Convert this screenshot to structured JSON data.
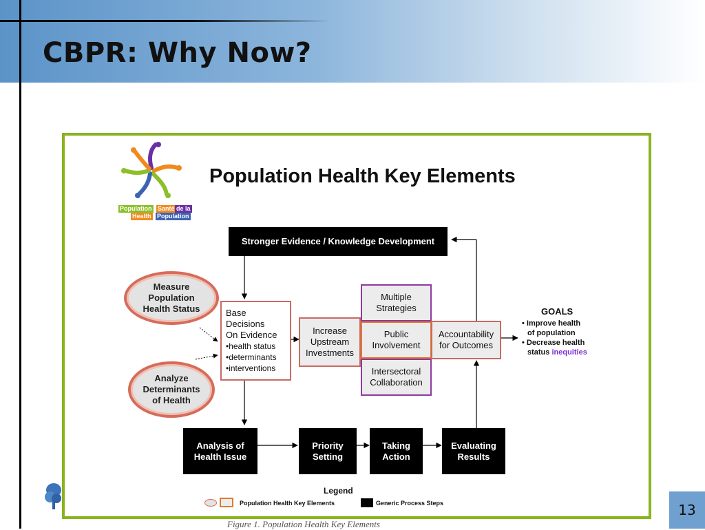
{
  "slide": {
    "title": "CBPR: Why Now?",
    "number": "13",
    "caption": "Figure 1. Population Health Key Elements"
  },
  "logo": {
    "chip_1": "Population",
    "chip_2": "Santé",
    "chip_3": "de la",
    "chip_4": "Health",
    "chip_5": "Population"
  },
  "diagram": {
    "title": "Population Health Key Elements",
    "top_box": "Stronger Evidence / Knowledge Development",
    "oval_measure": "Measure\nPopulation\nHealth Status",
    "oval_analyze": "Analyze\nDeterminants\nof Health",
    "base_box": {
      "head": "Base\nDecisions\nOn Evidence",
      "items": [
        "health status",
        "determinants",
        "interventions"
      ]
    },
    "increase_box": "Increase\nUpstream\nInvestments",
    "multiple_box": "Multiple\nStrategies",
    "public_box": "Public\nInvolvement",
    "intersectoral_box": "Intersectoral\nCollaboration",
    "accountability_box": "Accountability\nfor Outcomes",
    "goals": {
      "title": "GOALS",
      "line_1": "• Improve health",
      "line_2": "of population",
      "line_3": "• Decrease health",
      "line_4_a": "status",
      "line_4_b": "inequities"
    },
    "process_steps": [
      "Analysis of\nHealth Issue",
      "Priority\nSetting",
      "Taking\nAction",
      "Evaluating\nResults"
    ],
    "legend": {
      "title": "Legend",
      "key_elements": "Population Health Key Elements",
      "generic_steps": "Generic Process Steps"
    }
  },
  "colors": {
    "frame_border": "#8ab320",
    "header_blue": "#5b93c8",
    "box_border_rose": "#c86a64",
    "box_border_purple": "#8e3a9d",
    "box_border_orange": "#e07a2a",
    "inequities_text": "#7d2fd0"
  }
}
